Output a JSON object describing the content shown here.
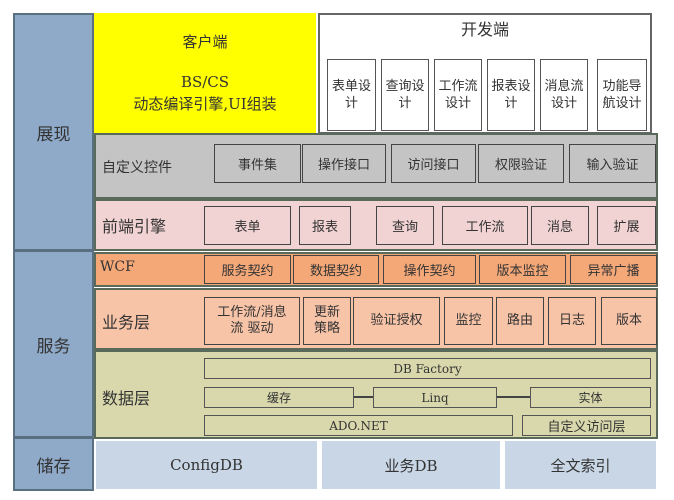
{
  "tiers": {
    "presentation": "展现",
    "service": "服务",
    "storage": "储存"
  },
  "client": {
    "title": "客户端",
    "line1": "BS/CS",
    "line2": "动态编译引擎,UI组装"
  },
  "dev": {
    "title": "开发端",
    "items": [
      "表单设计",
      "查询设计",
      "工作流设计",
      "报表设计",
      "消息流设计",
      "功能导航设计"
    ]
  },
  "custom_controls": {
    "label": "自定义控件",
    "items": [
      "事件集",
      "操作接口",
      "访问接口",
      "权限验证",
      "输入验证"
    ]
  },
  "frontend": {
    "label": "前端引擎",
    "items": [
      "表单",
      "报表",
      "查询",
      "工作流",
      "消息",
      "扩展"
    ]
  },
  "wcf": {
    "label": "WCF",
    "items": [
      "服务契约",
      "数据契约",
      "操作契约",
      "版本监控",
      "异常广播"
    ]
  },
  "business": {
    "label": "业务层",
    "items": [
      "工作流/消息流 驱动",
      "更新策略",
      "验证授权",
      "监控",
      "路由",
      "日志",
      "版本"
    ]
  },
  "data": {
    "label": "数据层",
    "db_factory": "DB Factory",
    "cache": "缓存",
    "linq": "Linq",
    "entity": "实体",
    "ado": "ADO.NET",
    "custom_access": "自定义访问层"
  },
  "storage": {
    "items": [
      "ConfigDB",
      "业务DB",
      "全文索引"
    ]
  }
}
